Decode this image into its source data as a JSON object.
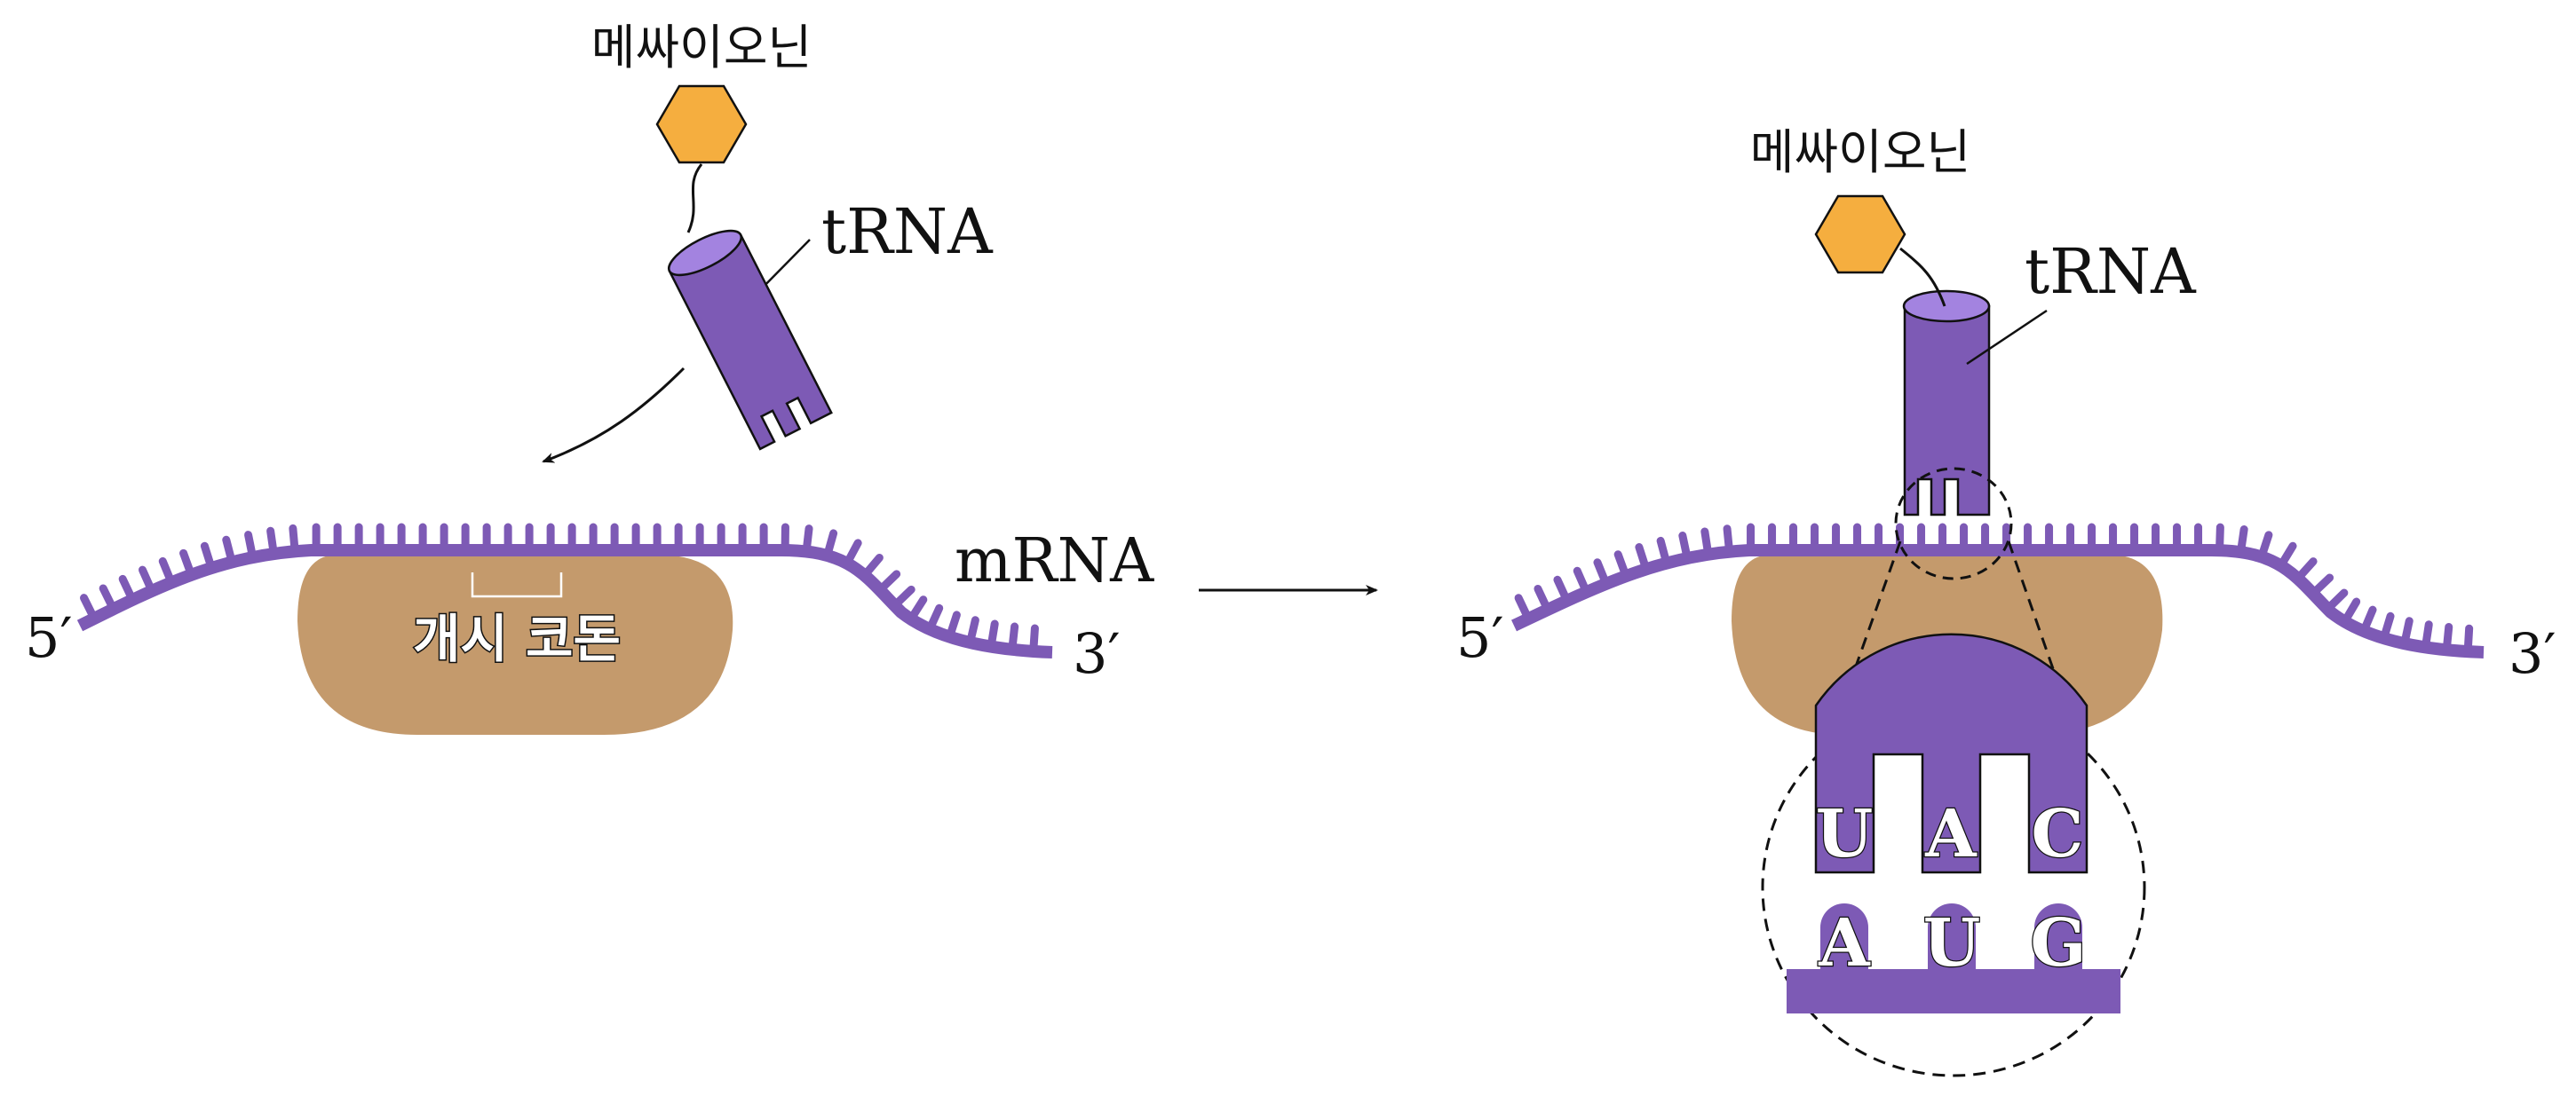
{
  "left_panel": {
    "amino_acid_label": "메싸이오닌",
    "trna_label": "tRNA",
    "mrna_label": "mRNA",
    "five_prime_label": "5′",
    "three_prime_label": "3′",
    "start_codon_label": "개시 코돈"
  },
  "right_panel": {
    "amino_acid_label": "메싸이오닌",
    "trna_label": "tRNA",
    "five_prime_label": "5′",
    "three_prime_label": "3′",
    "anticodon_bases": [
      "U",
      "A",
      "C"
    ],
    "codon_bases": [
      "A",
      "U",
      "G"
    ]
  },
  "colors": {
    "rna_purple": "#7d5ab5",
    "trna_top": "#a383e0",
    "ribosome": "#c49a6c",
    "methionine": "#f5ae3f"
  },
  "icons": {
    "amino_acid": "hexagon",
    "process_arrow": "arrow-right"
  }
}
